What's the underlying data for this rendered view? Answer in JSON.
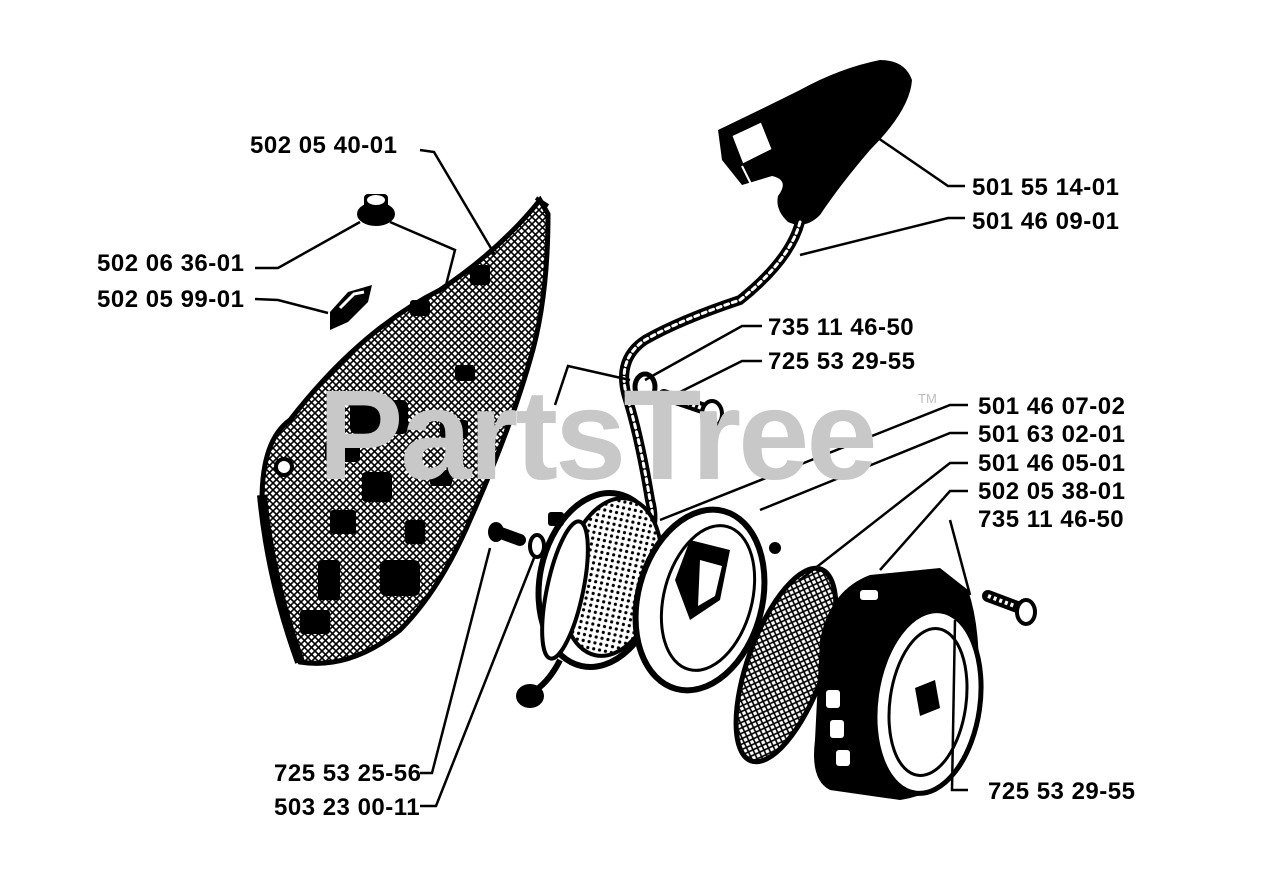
{
  "watermark": {
    "text": "PartsTree",
    "trademark": "TM"
  },
  "parts": [
    {
      "id": "p1",
      "label": "502 05 40-01",
      "part": "screw"
    },
    {
      "id": "p2",
      "label": "502 06 36-01",
      "part": "bolt"
    },
    {
      "id": "p3",
      "label": "502 05 99-01",
      "part": "clip"
    },
    {
      "id": "p4",
      "label": "501 55 14-01",
      "part": "starter-handle"
    },
    {
      "id": "p5",
      "label": "501 46 09-01",
      "part": "starter-rope"
    },
    {
      "id": "p6",
      "label": "735 11 46-50",
      "part": "washer"
    },
    {
      "id": "p7",
      "label": "725 53 29-55",
      "part": "screw"
    },
    {
      "id": "p8",
      "label": "501 46 07-02",
      "part": "rope-pulley"
    },
    {
      "id": "p9",
      "label": "501 63 02-01",
      "part": "recoil-spring-cassette"
    },
    {
      "id": "p10",
      "label": "501 46 05-01",
      "part": "spring"
    },
    {
      "id": "p11",
      "label": "502 05 38-01",
      "part": "screen"
    },
    {
      "id": "p12",
      "label": "735 11 46-50",
      "part": "washer"
    },
    {
      "id": "p13",
      "label": "725 53 25-56",
      "part": "screw"
    },
    {
      "id": "p14",
      "label": "503 23 00-11",
      "part": "washer"
    },
    {
      "id": "p15",
      "label": "725 53 29-55",
      "part": "screw"
    }
  ]
}
